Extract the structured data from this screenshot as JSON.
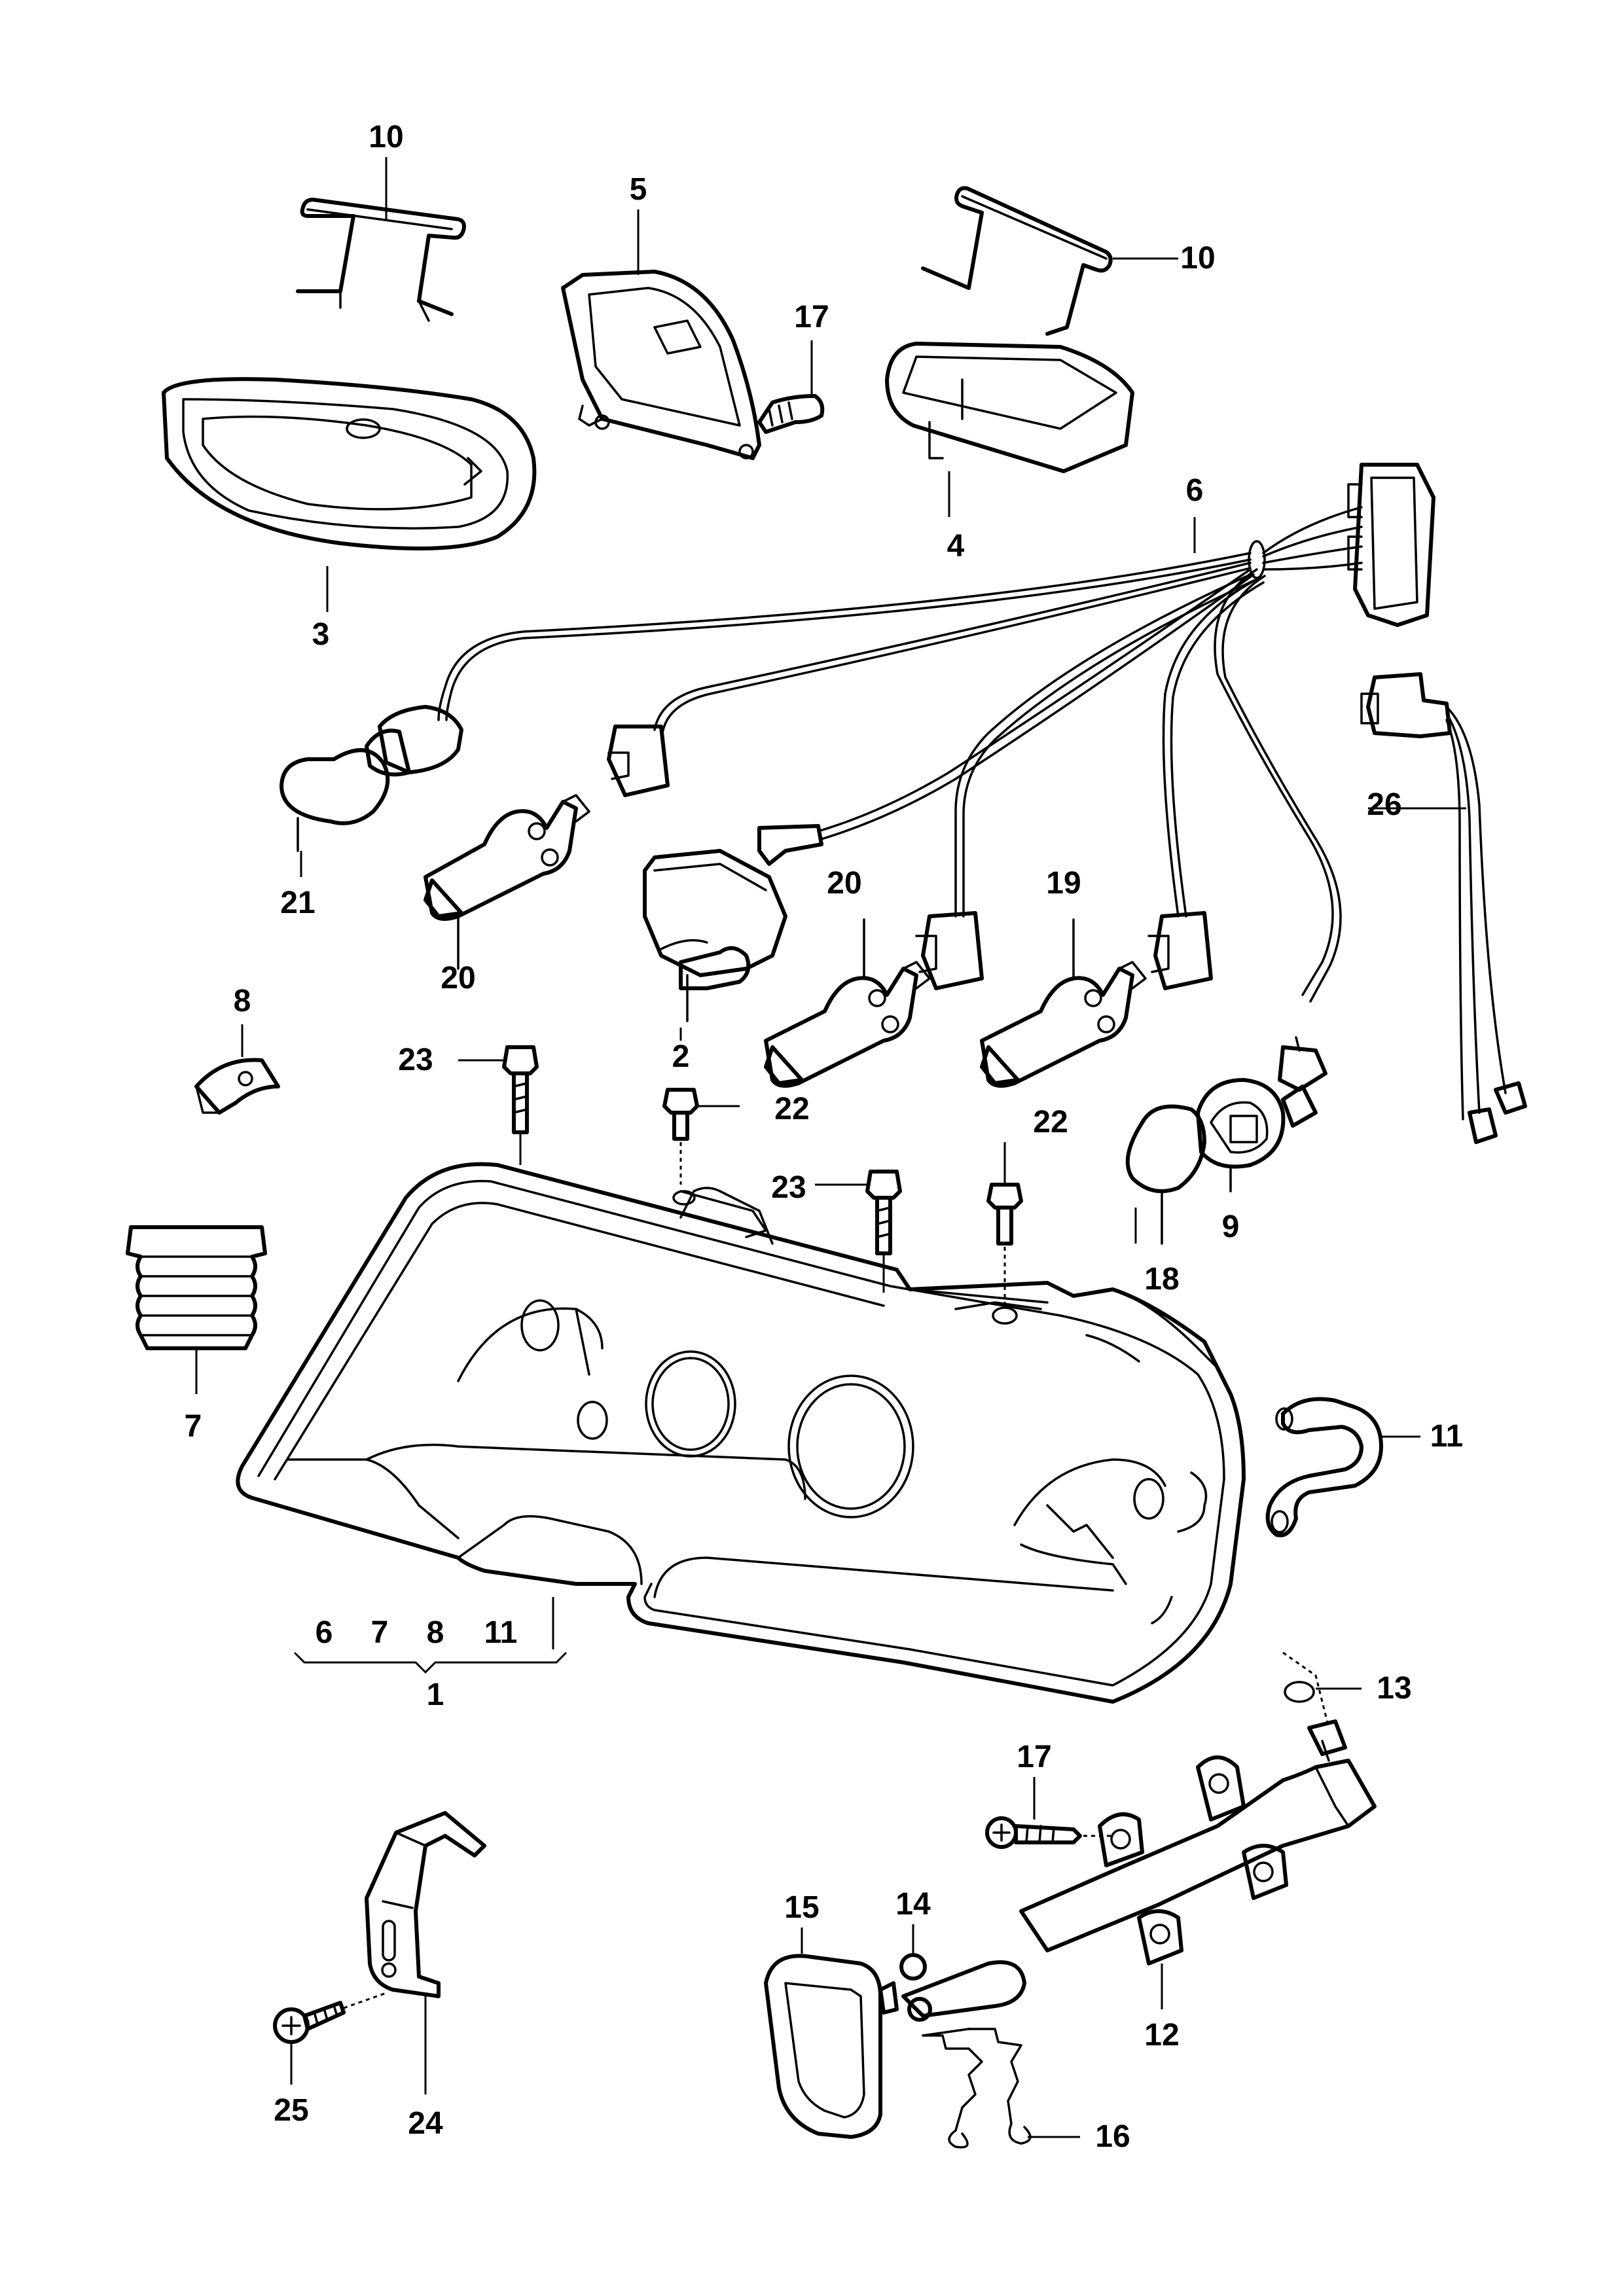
{
  "diagram": {
    "labels": [
      {
        "id": "label-10a",
        "text": "10"
      },
      {
        "id": "label-5",
        "text": "5"
      },
      {
        "id": "label-17a",
        "text": "17"
      },
      {
        "id": "label-10b",
        "text": "10"
      },
      {
        "id": "label-3",
        "text": "3"
      },
      {
        "id": "label-4",
        "text": "4"
      },
      {
        "id": "label-6a",
        "text": "6"
      },
      {
        "id": "label-26",
        "text": "26"
      },
      {
        "id": "label-21",
        "text": "21"
      },
      {
        "id": "label-20a",
        "text": "20"
      },
      {
        "id": "label-20b",
        "text": "20"
      },
      {
        "id": "label-19",
        "text": "19"
      },
      {
        "id": "label-2",
        "text": "2"
      },
      {
        "id": "label-8a",
        "text": "8"
      },
      {
        "id": "label-23a",
        "text": "23"
      },
      {
        "id": "label-22a",
        "text": "22"
      },
      {
        "id": "label-22b",
        "text": "22"
      },
      {
        "id": "label-23b",
        "text": "23"
      },
      {
        "id": "label-18",
        "text": "18"
      },
      {
        "id": "label-9",
        "text": "9"
      },
      {
        "id": "label-7a",
        "text": "7"
      },
      {
        "id": "label-11a",
        "text": "11"
      },
      {
        "id": "label-6b",
        "text": "6"
      },
      {
        "id": "label-7b",
        "text": "7"
      },
      {
        "id": "label-8b",
        "text": "8"
      },
      {
        "id": "label-11b",
        "text": "11"
      },
      {
        "id": "label-1",
        "text": "1"
      },
      {
        "id": "label-13",
        "text": "13"
      },
      {
        "id": "label-17b",
        "text": "17"
      },
      {
        "id": "label-15",
        "text": "15"
      },
      {
        "id": "label-14",
        "text": "14"
      },
      {
        "id": "label-12",
        "text": "12"
      },
      {
        "id": "label-16",
        "text": "16"
      },
      {
        "id": "label-25",
        "text": "25"
      },
      {
        "id": "label-24",
        "text": "24"
      }
    ]
  }
}
